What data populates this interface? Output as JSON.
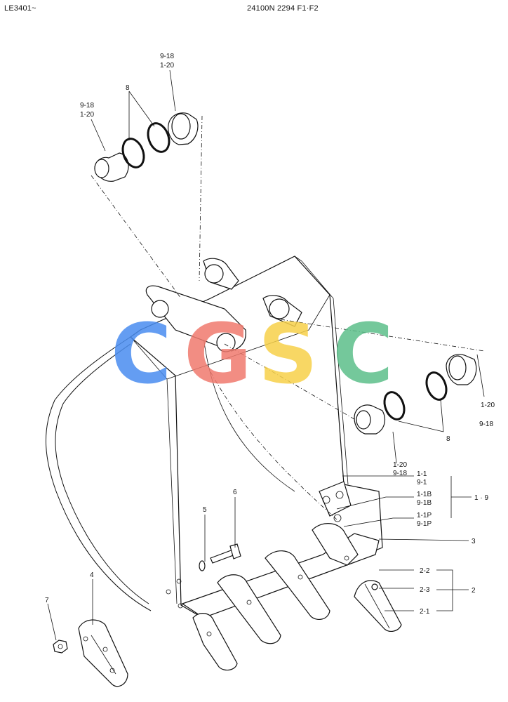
{
  "header": {
    "left": "LE3401~",
    "center": "24100N 2294 F1·F2"
  },
  "watermark": {
    "letters": [
      "C",
      "G",
      "S",
      "C"
    ],
    "colors": [
      "#4a8df0",
      "#f07a6e",
      "#f7d14a",
      "#5cbf8a"
    ]
  },
  "callouts": {
    "top_pin_a": [
      "9-18",
      "1-20"
    ],
    "top_pin_b": [
      "9-18",
      "1-20"
    ],
    "top_ring": "8",
    "right_pin_a": [
      "1-20",
      "9-18"
    ],
    "right_pin_b": [
      "1-20",
      "9-18"
    ],
    "right_ring": "8",
    "part_1_1": [
      "1-1",
      "9-1"
    ],
    "part_1_1B": [
      "1-1B",
      "9-1B"
    ],
    "part_1_1P": [
      "1-1P",
      "9-1P"
    ],
    "group_1": "1 · 9",
    "part_3": "3",
    "part_2_2": "2-2",
    "part_2_3": "2-3",
    "part_2_1": "2-1",
    "group_2": "2",
    "part_4": "4",
    "part_5": "5",
    "part_6": "6",
    "part_7": "7"
  }
}
